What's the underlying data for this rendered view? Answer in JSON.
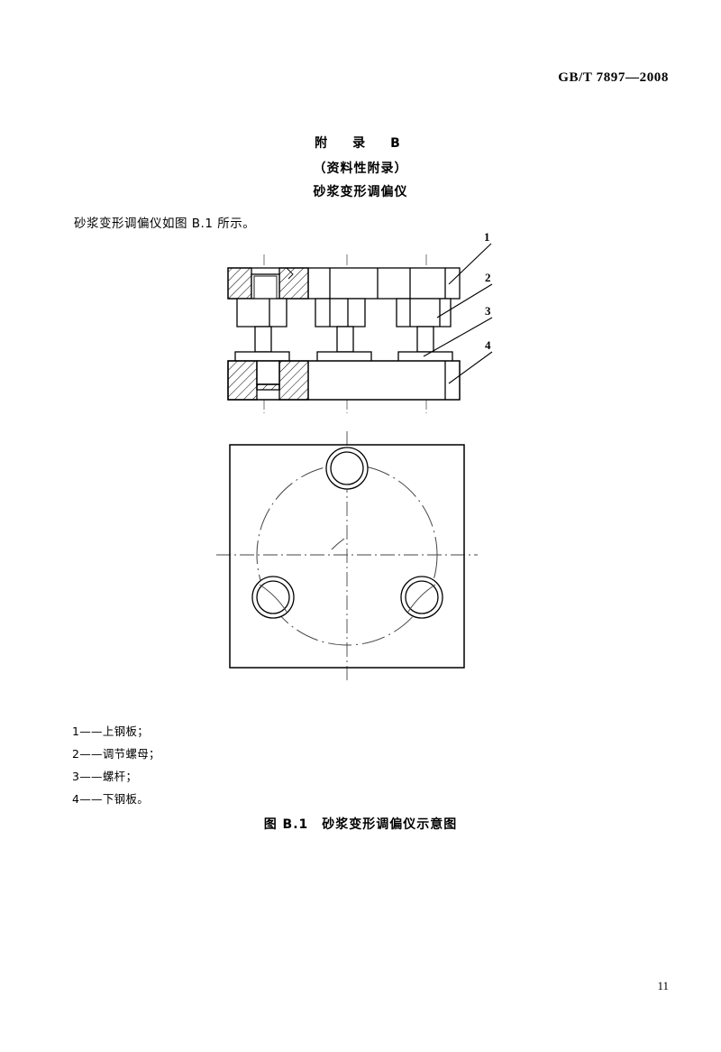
{
  "document": {
    "standard_header": "GB/T 7897—2008",
    "page_number": "11"
  },
  "annex": {
    "title": "附　录　B",
    "subtitle": "（资料性附录）",
    "name": "砂浆变形调偏仪"
  },
  "body": {
    "paragraph": "砂浆变形调偏仪如图 B.1 所示。"
  },
  "figure": {
    "caption": "图 B.1　砂浆变形调偏仪示意图",
    "callouts": [
      {
        "number": "1",
        "label": "1——上钢板；"
      },
      {
        "number": "2",
        "label": "2——调节螺母；"
      },
      {
        "number": "3",
        "label": "3——螺杆；"
      },
      {
        "number": "4",
        "label": "4——下钢板。"
      }
    ],
    "views": {
      "elevation": "sectional front elevation of deformation alignment device",
      "plan": "plan view of square steel plate with three bolt holes on a bolt circle"
    }
  },
  "colors": {
    "ink": "#000000",
    "paper": "#ffffff"
  }
}
